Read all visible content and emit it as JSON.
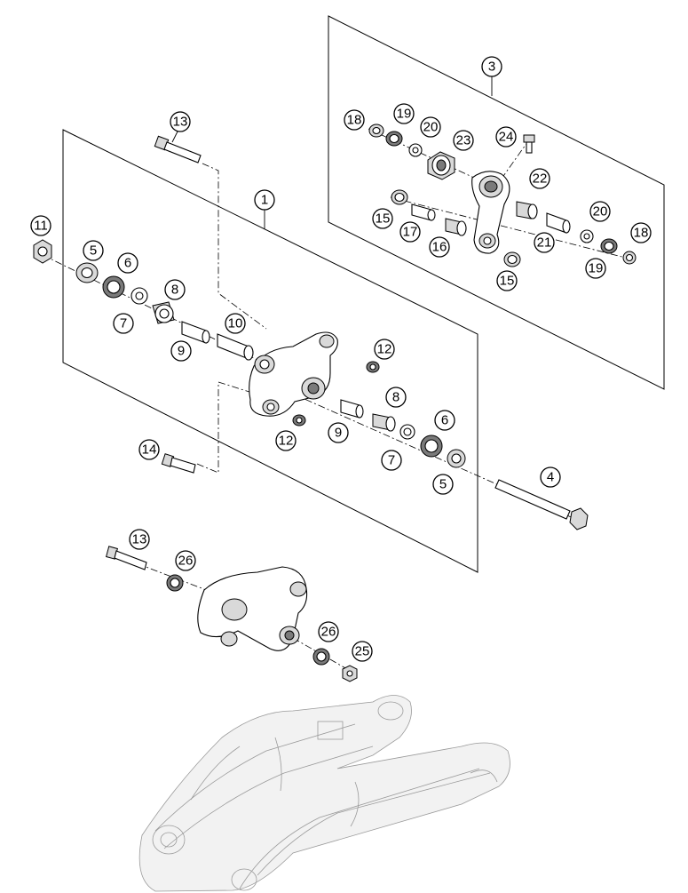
{
  "figure": {
    "callouts": [
      {
        "id": "c1",
        "label": "1"
      },
      {
        "id": "c2",
        "label": "3"
      },
      {
        "id": "c3",
        "label": "4"
      },
      {
        "id": "c4",
        "label": "5"
      },
      {
        "id": "c5",
        "label": "5"
      },
      {
        "id": "c6",
        "label": "6"
      },
      {
        "id": "c7",
        "label": "6"
      },
      {
        "id": "c8",
        "label": "7"
      },
      {
        "id": "c9",
        "label": "7"
      },
      {
        "id": "c10",
        "label": "8"
      },
      {
        "id": "c11",
        "label": "8"
      },
      {
        "id": "c12",
        "label": "9"
      },
      {
        "id": "c13",
        "label": "9"
      },
      {
        "id": "c14",
        "label": "10"
      },
      {
        "id": "c15",
        "label": "11"
      },
      {
        "id": "c16",
        "label": "12"
      },
      {
        "id": "c17",
        "label": "12"
      },
      {
        "id": "c18",
        "label": "13"
      },
      {
        "id": "c19",
        "label": "13"
      },
      {
        "id": "c20",
        "label": "14"
      },
      {
        "id": "c21",
        "label": "15"
      },
      {
        "id": "c22",
        "label": "15"
      },
      {
        "id": "c23",
        "label": "16"
      },
      {
        "id": "c24",
        "label": "17"
      },
      {
        "id": "c25",
        "label": "18"
      },
      {
        "id": "c26",
        "label": "18"
      },
      {
        "id": "c27",
        "label": "19"
      },
      {
        "id": "c28",
        "label": "19"
      },
      {
        "id": "c29",
        "label": "20"
      },
      {
        "id": "c30",
        "label": "20"
      },
      {
        "id": "c31",
        "label": "21"
      },
      {
        "id": "c32",
        "label": "22"
      },
      {
        "id": "c33",
        "label": "23"
      },
      {
        "id": "c34",
        "label": "24"
      },
      {
        "id": "c35",
        "label": "25"
      },
      {
        "id": "c36",
        "label": "26"
      },
      {
        "id": "c37",
        "label": "26"
      }
    ]
  }
}
